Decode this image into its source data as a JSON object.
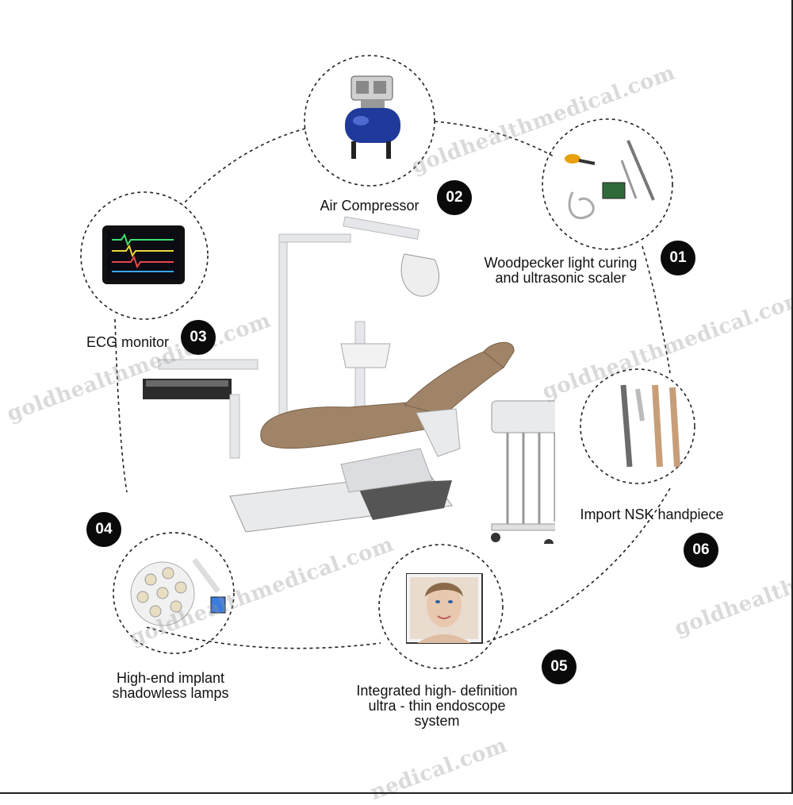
{
  "watermark": "goldhealthmedical.com",
  "watermark_partial_1": "goldhealthme",
  "watermark_partial_2": "nedical.com",
  "features": [
    {
      "number": "01",
      "label_lines": [
        "Woodpecker light curing",
        "and ultrasonic scaler"
      ]
    },
    {
      "number": "02",
      "label_lines": [
        "Air Compressor"
      ]
    },
    {
      "number": "03",
      "label_lines": [
        "ECG monitor"
      ]
    },
    {
      "number": "04",
      "label_lines": [
        "High-end implant",
        "shadowless lamps"
      ]
    },
    {
      "number": "05",
      "label_lines": [
        "Integrated high- definition",
        "ultra - thin endoscope",
        "system"
      ]
    },
    {
      "number": "06",
      "label_lines": [
        "Import NSK handpiece"
      ]
    }
  ],
  "colors": {
    "upholstery": "#a08468",
    "chair_body": "#e9eaec",
    "compressor_blue": "#1f3a9a",
    "badge": "#0a0a0a",
    "dashed_ring": "#222222"
  },
  "icons": [
    "dental-chair",
    "air-compressor",
    "ecg-monitor",
    "light-curing-scaler",
    "nsk-handpiece",
    "shadowless-lamp",
    "endoscope-display"
  ]
}
